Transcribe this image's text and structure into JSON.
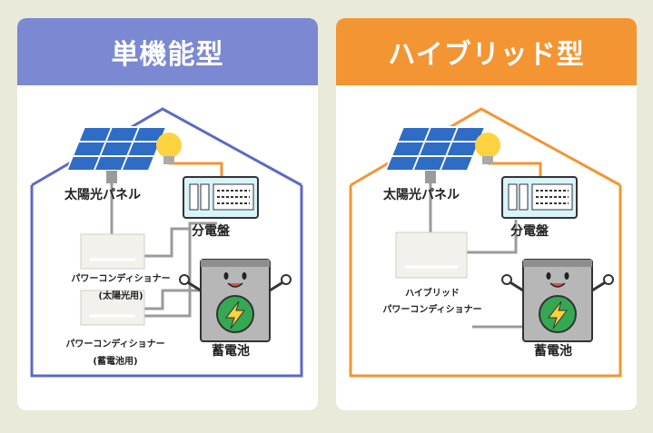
{
  "panels": [
    {
      "title": "単機能型",
      "color": "#5b6ac4",
      "labels": {
        "solar": "太陽光パネル",
        "breaker": "分電盤",
        "pcs1": "パワーコンディショナー",
        "pcs1_sub": "(太陽光用)",
        "pcs2": "パワーコンディショナー",
        "pcs2_sub": "(蓄電池用)",
        "battery": "蓄電池"
      }
    },
    {
      "title": "ハイブリッド型",
      "color": "#f39533",
      "labels": {
        "solar": "太陽光パネル",
        "breaker": "分電盤",
        "pcs_line1": "ハイブリッド",
        "pcs_line2": "パワーコンディショナー",
        "battery": "蓄電池"
      }
    }
  ]
}
